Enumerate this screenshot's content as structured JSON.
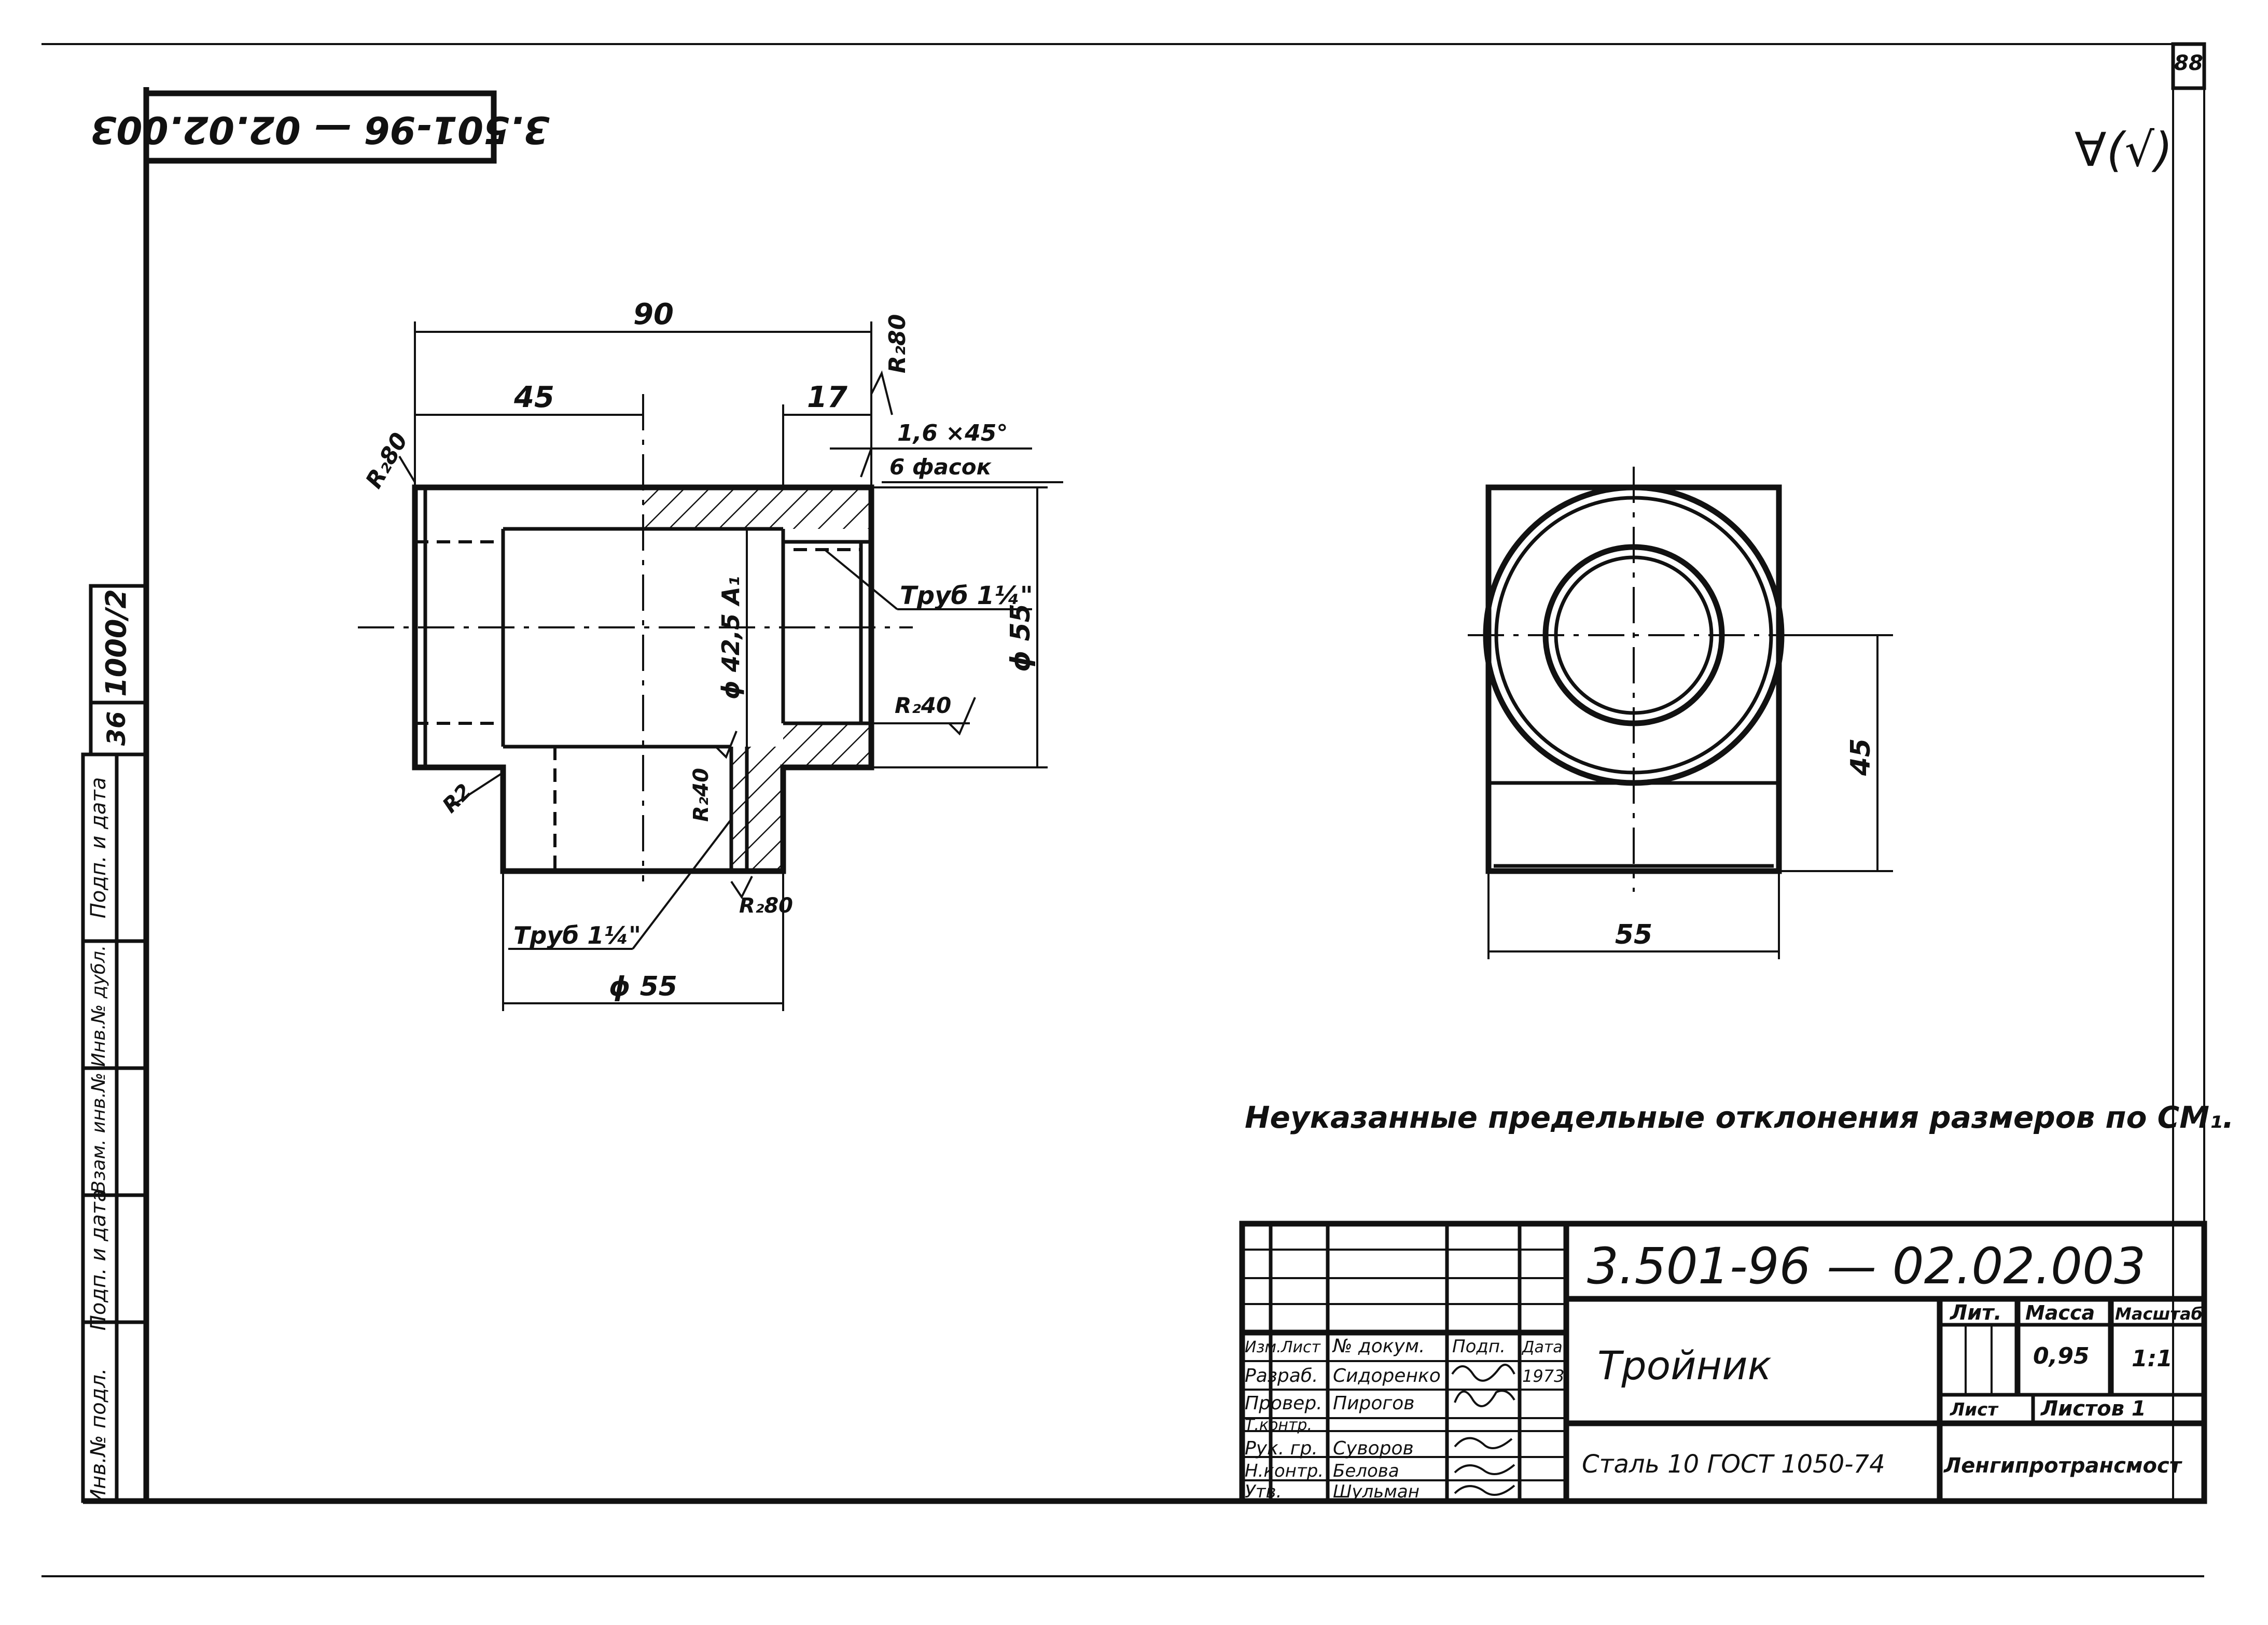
{
  "sheet": {
    "page_number": "88",
    "doc_code_top": "3.501-96 — 02.02.003",
    "roughness": "∀(√)"
  },
  "side_strip": {
    "cells": [
      "Инв.№ подл.",
      "Подп. и дата",
      "Взам. инв.№",
      "Инв.№ дубл.",
      "Подп. и дата"
    ],
    "stamp_number": "36",
    "stamp_code": "1000/2"
  },
  "section_view": {
    "dim_overall_length": "90",
    "dim_half_length": "45",
    "dim_socket_depth": "17",
    "roughness_top": "R₂80",
    "roughness_left": "R₂80",
    "chamfer_size": "1,6 ×45°",
    "chamfer_note": "6 фасок",
    "thread_right": "Труб 1¼\"",
    "thread_bottom": "Труб 1¼\"",
    "bore_diameter": "ϕ 42,5 A₁",
    "outer_diameter": "ϕ 55",
    "roughness_mid": "R₂40",
    "roughness_inner": "R₂40",
    "roughness_bottom": "R₂80",
    "roughness_corner": "R2",
    "branch_diameter": "ϕ 55"
  },
  "side_view": {
    "dim_height": "45",
    "dim_width": "55"
  },
  "note": "Неуказанные предельные отклонения размеров по СМ₁.",
  "title_block": {
    "designation": "3.501-96 — 02.02.003",
    "part_name": "Тройник",
    "material": "Сталь 10 ГОСТ 1050-74",
    "organization": "Ленгипротрансмост",
    "lit_label": "Лит.",
    "mass_label": "Масса",
    "scale_label": "Масштаб",
    "mass_value": "0,95",
    "scale_value": "1:1",
    "sheet_label": "Лист",
    "sheets_label": "Листов 1",
    "header": [
      "Изм.",
      "Лист",
      "№ докум.",
      "Подп.",
      "Дата"
    ],
    "roles": [
      {
        "role": "Разраб.",
        "name": "Сидоренко",
        "date": "1973"
      },
      {
        "role": "Провер.",
        "name": "Пирогов",
        "date": ""
      },
      {
        "role": "Т.контр.",
        "name": "",
        "date": ""
      },
      {
        "role": "Рук. гр.",
        "name": "Суворов",
        "date": ""
      },
      {
        "role": "Н.контр.",
        "name": "Белова",
        "date": ""
      },
      {
        "role": "Утв.",
        "name": "Шульман",
        "date": ""
      }
    ]
  }
}
